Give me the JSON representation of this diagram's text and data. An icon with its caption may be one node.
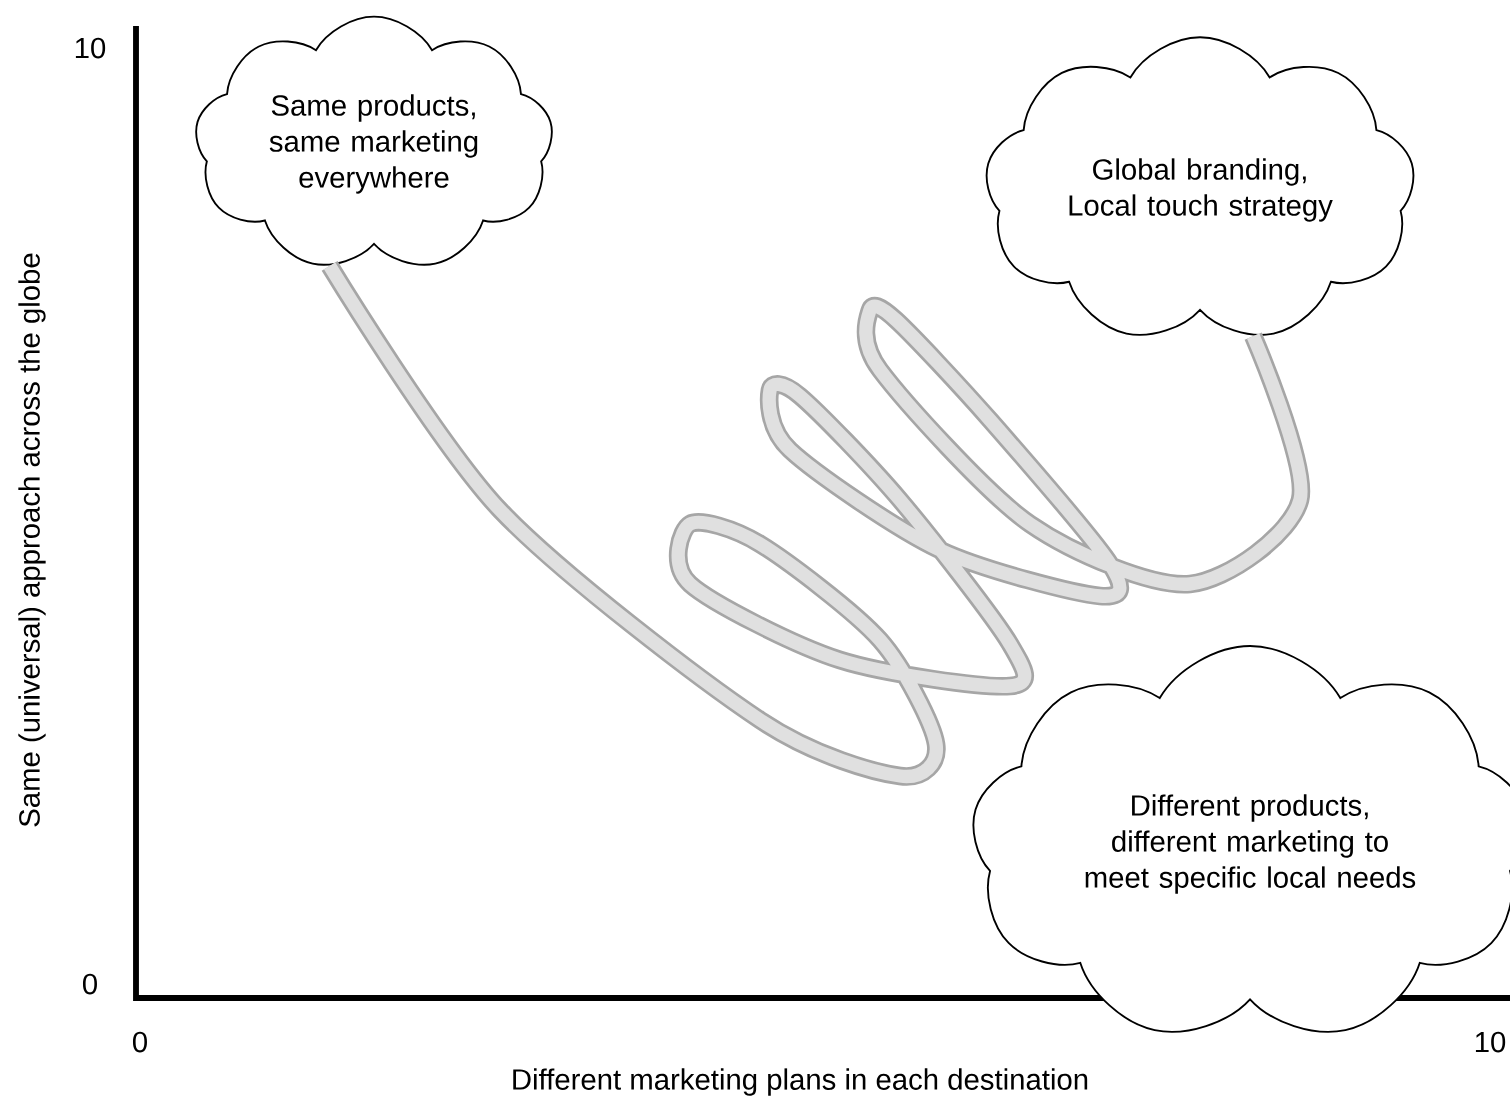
{
  "diagram": {
    "nodes": [
      {
        "text": [
          "Same products, same marketing everywhere"
        ]
      },
      {
        "text": [
          "Global branding, Local touch strategy"
        ]
      },
      {
        "text": [
          "Different products, different marketing to meet specific local needs"
        ]
      }
    ],
    "edges": [
      {
        "from": 0,
        "to": 1,
        "arrow": "none"
      }
    ],
    "labels": [
      "10",
      "Same (universal) approach across the globe",
      "0",
      "0",
      "10",
      "Different marketing plans in each destination"
    ]
  }
}
